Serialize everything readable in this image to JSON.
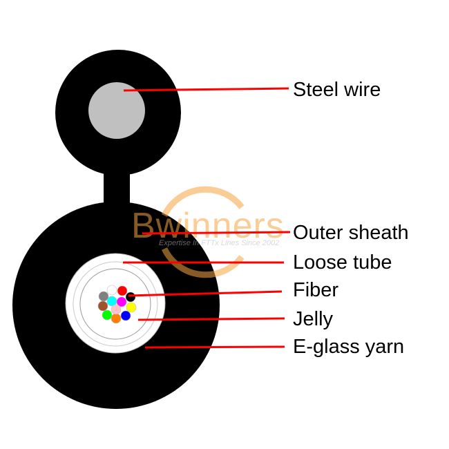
{
  "labels": {
    "steel_wire": "Steel wire",
    "outer_sheath": "Outer sheath",
    "loose_tube": "Loose tube",
    "fiber": "Fiber",
    "jelly": "Jelly",
    "e_glass_yarn": "E-glass yarn"
  },
  "watermark": {
    "brand": "Bwinners",
    "tagline": "Expertise In FTTx Lines Since 2002"
  },
  "colors": {
    "sheath": "#000000",
    "steel_wire": "#c0c0c0",
    "leader_line": "#ff0000",
    "tube_outline": "#b0b0b0",
    "watermark_brand": "#f5a540",
    "fibers": [
      "#ffffff",
      "#ff0000",
      "#808080",
      "#00ffff",
      "#ff00ff",
      "#000000",
      "#a0522d",
      "#ffff00",
      "#00ff00",
      "#ff8000",
      "#0000ff",
      "#ffc0cb"
    ]
  }
}
